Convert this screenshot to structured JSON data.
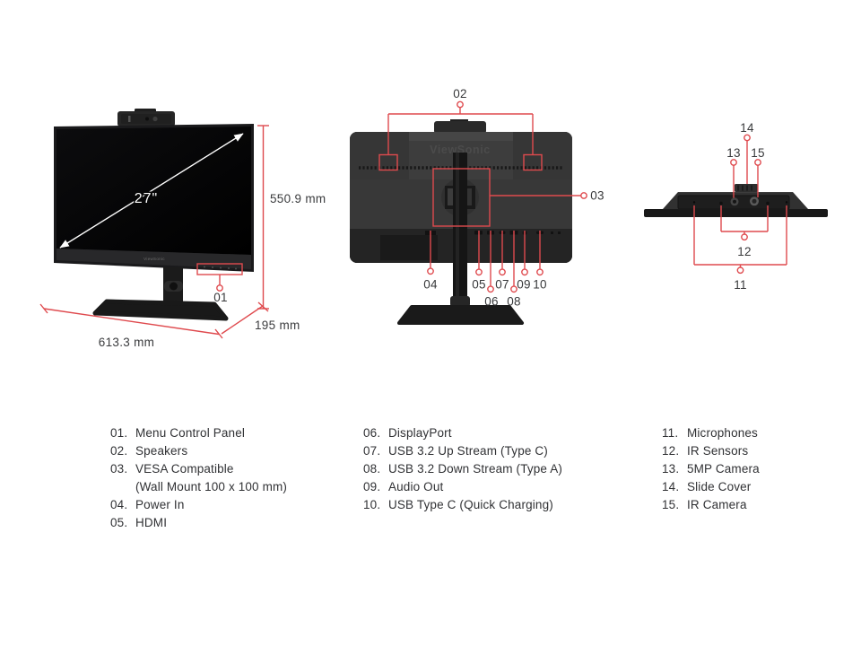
{
  "brand": {
    "logo": "ViewSonic"
  },
  "views": {
    "front": {
      "screen_size": "27\"",
      "height_label": "550.9 mm",
      "width_label": "613.3 mm",
      "depth_label": "195 mm",
      "callouts": {
        "menu_panel": "01"
      }
    },
    "back": {
      "callouts": {
        "speakers": "02",
        "vesa": "03",
        "power_in": "04",
        "hdmi": "05",
        "displayport": "06",
        "usb_up": "07",
        "usb_down": "08",
        "audio_out": "09",
        "usb_type_c": "10"
      }
    },
    "top": {
      "callouts": {
        "microphones": "11",
        "ir_sensors": "12",
        "camera_5mp": "13",
        "slide_cover": "14",
        "ir_camera": "15"
      }
    }
  },
  "legend": {
    "columns": [
      {
        "items": [
          {
            "num": "01.",
            "label": "Menu Control Panel"
          },
          {
            "num": "02.",
            "label": "Speakers"
          },
          {
            "num": "03.",
            "label": "VESA Compatible"
          },
          {
            "num": "",
            "label": "(Wall Mount 100 x 100 mm)"
          },
          {
            "num": "04.",
            "label": "Power In"
          },
          {
            "num": "05.",
            "label": "HDMI"
          }
        ]
      },
      {
        "items": [
          {
            "num": "06.",
            "label": "DisplayPort"
          },
          {
            "num": "07.",
            "label": "USB 3.2 Up Stream (Type C)"
          },
          {
            "num": "08.",
            "label": "USB 3.2 Down Stream (Type A)"
          },
          {
            "num": "09.",
            "label": "Audio Out"
          },
          {
            "num": "10.",
            "label": "USB Type C (Quick Charging)"
          }
        ]
      },
      {
        "items": [
          {
            "num": "11.",
            "label": "Microphones"
          },
          {
            "num": "12.",
            "label": "IR Sensors"
          },
          {
            "num": "13.",
            "label": "5MP Camera"
          },
          {
            "num": "14.",
            "label": "Slide Cover"
          },
          {
            "num": "15.",
            "label": "IR Camera"
          }
        ]
      }
    ]
  },
  "colors": {
    "background": "#ffffff",
    "callout_red": "#df4a4e",
    "label_text": "#38393b",
    "monitor_black": "#1a1a1c",
    "panel_gray": "#3d3d3d"
  }
}
